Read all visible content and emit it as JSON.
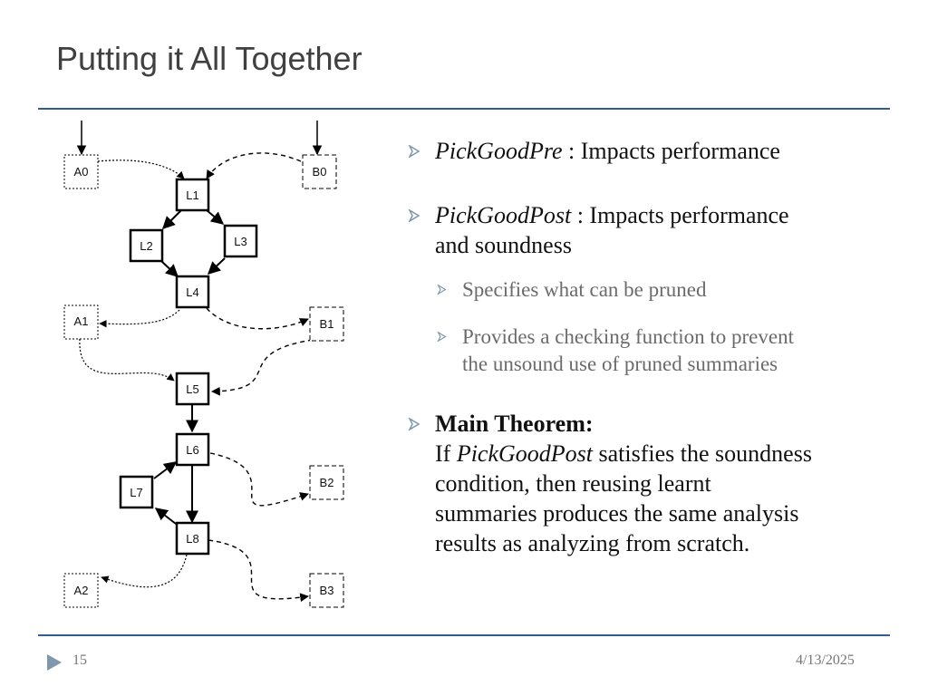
{
  "slide": {
    "title": "Putting it All Together",
    "number": "15",
    "date": "4/13/2025"
  },
  "diagram": {
    "nodes": {
      "A0": "A0",
      "B0": "B0",
      "L1": "L1",
      "L2": "L2",
      "L3": "L3",
      "L4": "L4",
      "A1": "A1",
      "B1": "B1",
      "L5": "L5",
      "L6": "L6",
      "L7": "L7",
      "L8": "L8",
      "B2": "B2",
      "A2": "A2",
      "B3": "B3"
    }
  },
  "bullets": {
    "b1": {
      "name": "PickGoodPre",
      "text": " : Impacts performance"
    },
    "b2": {
      "name": "PickGoodPost",
      "text_line1": " : Impacts performance",
      "text_line2": "and soundness"
    },
    "sub1": "Specifies what can be pruned",
    "sub2_line1": "Provides a checking function to prevent",
    "sub2_line2": "the unsound use of pruned summaries",
    "b3": {
      "heading": "Main Theorem:",
      "line1_prefix": "If ",
      "line1_name": "PickGoodPost",
      "line1_suffix": " satisfies the soundness",
      "line2": "condition, then reusing learnt",
      "line3": "summaries produces the same analysis",
      "line4": "results as analyzing from scratch."
    }
  },
  "colors": {
    "rule": "#2f5f8a",
    "marker": "#7f97ac"
  }
}
